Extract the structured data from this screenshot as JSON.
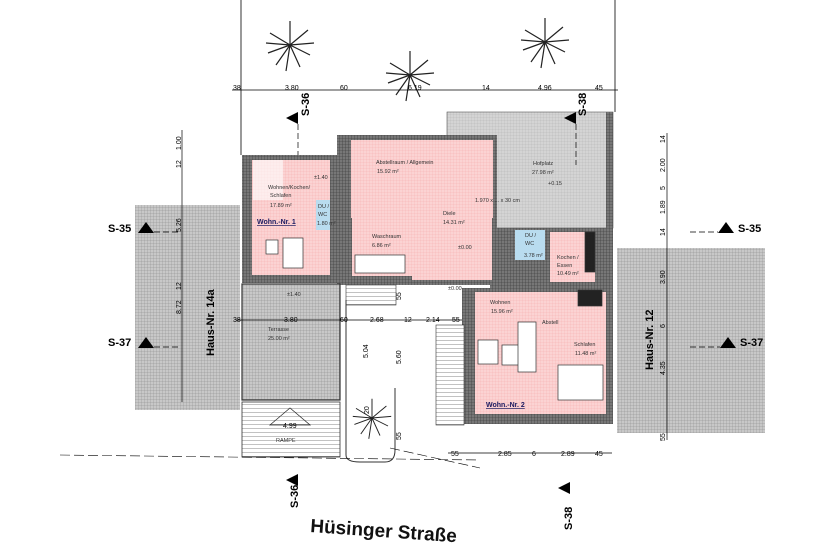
{
  "title": "Grundriss Erdgeschoss",
  "street": "Hüsinger Straße",
  "neighbors": {
    "left": "Haus-Nr. 14a",
    "right": "Haus-Nr. 12"
  },
  "sections": {
    "s35": "S-35",
    "s36": "S-36",
    "s37": "S-37",
    "s38": "S-38"
  },
  "units": {
    "unit1": "Wohn.-Nr. 1",
    "unit2": "Wohn.-Nr. 2"
  },
  "rooms": [
    {
      "name": "Wohnen/Kochen/",
      "name2": "Schlafen",
      "area": "17.89 m²"
    },
    {
      "name": "DU /",
      "name2": "WC",
      "area": "1.80 m²"
    },
    {
      "name": "Abstellraum / Allgemein",
      "area": "15.92 m²"
    },
    {
      "name": "Diele",
      "area": "14.31 m²"
    },
    {
      "name": "Waschraum",
      "area": "6.86 m²"
    },
    {
      "name": "Hofplatz",
      "area": "27.98 m²"
    },
    {
      "name": "DU /",
      "name2": "WC",
      "area": "3.78 m²"
    },
    {
      "name": "Kochen /",
      "name2": "Essen",
      "area": "10.49 m²"
    },
    {
      "name": "Terrasse",
      "area": "25.00 m²"
    },
    {
      "name": "Wohnen",
      "area": "15.96 m²"
    },
    {
      "name": "Abstell",
      "area": ""
    },
    {
      "name": "Schlafen",
      "area": "11.48 m²"
    }
  ],
  "levels": {
    "unit1": "±1.40",
    "terrace": "±1.40",
    "diele": "±0.00",
    "hof": "+0.15",
    "stair": "±0.00"
  },
  "notes": {
    "window": "1.970 x ... x 30 cm",
    "ramp": "RAMPE",
    "ramp_width": "4.99"
  },
  "dims": {
    "top": [
      "38",
      "3.80",
      "60",
      "6.19",
      "14",
      "4.96",
      "45"
    ],
    "mid": [
      "38",
      "3.80",
      "60",
      "2.68",
      "12",
      "2.14",
      "55"
    ],
    "bottom": [
      "55",
      "2.85",
      "6",
      "2.89",
      "45"
    ],
    "left": [
      "1.00",
      "12",
      "5.26",
      "8.72",
      "12"
    ],
    "right": [
      "14",
      "2.00",
      "5",
      "1.89",
      "14",
      "3.90",
      "6",
      "4.35",
      "55"
    ],
    "inner": [
      "5.04",
      "5.60",
      "20",
      "55",
      "55"
    ]
  }
}
